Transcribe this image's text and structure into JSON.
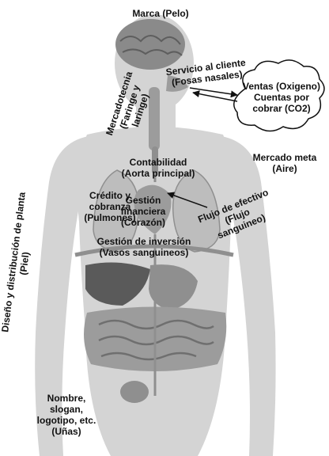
{
  "labels": {
    "marca": [
      "Marca (Pelo)"
    ],
    "mercadotecnia": [
      "Mercadotecnia",
      "(Faringe y",
      "laringe)"
    ],
    "servicio": [
      "Servicio al cliente",
      "(Fosas nasales)"
    ],
    "ventas": [
      "Ventas (Oxigeno)",
      "Cuentas por",
      "cobrar (CO2)"
    ],
    "mercado_meta": [
      "Mercado meta",
      "(Aire)"
    ],
    "contabilidad": [
      "Contabilidad",
      "(Aorta principal)"
    ],
    "credito": [
      "Crédito y",
      "cobranza",
      "(Pulmones)"
    ],
    "gestion_financiera": [
      "Gestión",
      "financiera",
      "(Corazón)"
    ],
    "flujo": [
      "Flujo de efectivo",
      "(Flujo",
      "sanguineo)"
    ],
    "inversion": [
      "Gestión de inversión",
      "(Vasos sanguineos)"
    ],
    "diseno": [
      "Diseño y distribución de planta",
      "(Piel)"
    ],
    "nombre": [
      "Nombre,",
      "slogan,",
      "logotipo, etc.",
      "(Uñas)"
    ]
  },
  "colors": {
    "skin": "#d4d4d4",
    "body_shadow": "#bdbdbd",
    "organ": "#9c9c9c",
    "organ_dark": "#6f6f6f",
    "liver": "#5a5a5a",
    "brain": "#8a8a8a",
    "text": "#111111",
    "arrow": "#111111"
  }
}
